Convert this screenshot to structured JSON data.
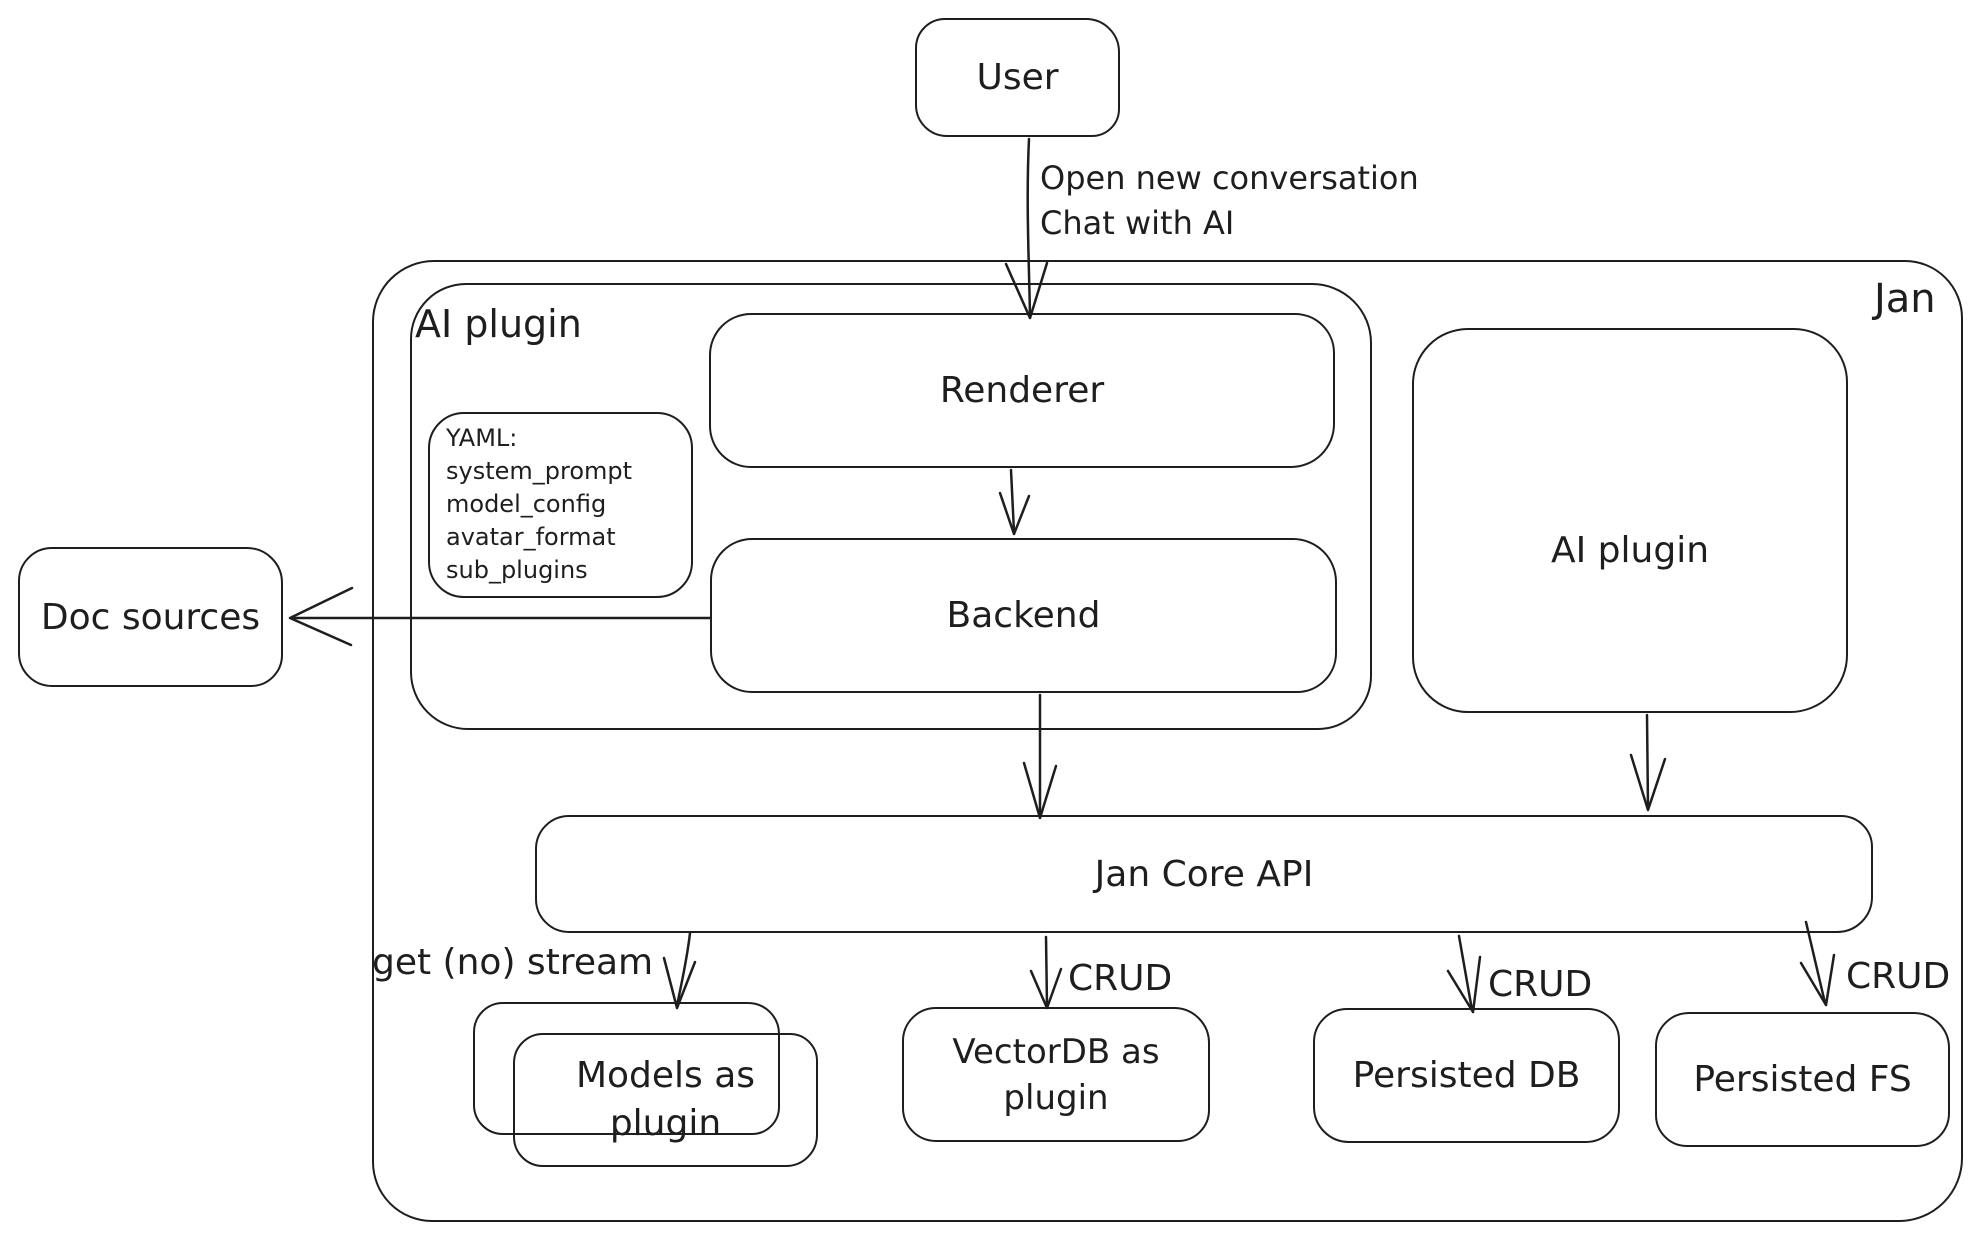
{
  "diagram": {
    "background": "#ffffff",
    "stroke_color": "#1e1e1e",
    "outer": {
      "label": "Jan"
    },
    "user": {
      "label": "User"
    },
    "user_arrow": {
      "line1": "Open new conversation",
      "line2": "Chat with AI"
    },
    "ai_plugin_left": {
      "label": "AI plugin",
      "yaml_note": {
        "lines": [
          "YAML:",
          "system_prompt",
          "model_config",
          "avatar_format",
          "sub_plugins"
        ]
      },
      "renderer": {
        "label": "Renderer"
      },
      "backend": {
        "label": "Backend"
      }
    },
    "ai_plugin_right": {
      "label": "AI plugin"
    },
    "doc_sources": {
      "label": "Doc sources"
    },
    "jan_core_api": {
      "label": "Jan Core API"
    },
    "bottom_row": {
      "models": {
        "line1": "Models as",
        "line2": "plugin"
      },
      "vectordb": {
        "line1": "VectorDB as",
        "line2": "plugin"
      },
      "persisted_db": {
        "label": "Persisted DB"
      },
      "persisted_fs": {
        "label": "Persisted FS"
      }
    },
    "edge_labels": {
      "get_no_stream": "get (no) stream",
      "crud_vectordb": "CRUD",
      "crud_persisted_db": "CRUD",
      "crud_persisted_fs": "CRUD"
    }
  }
}
